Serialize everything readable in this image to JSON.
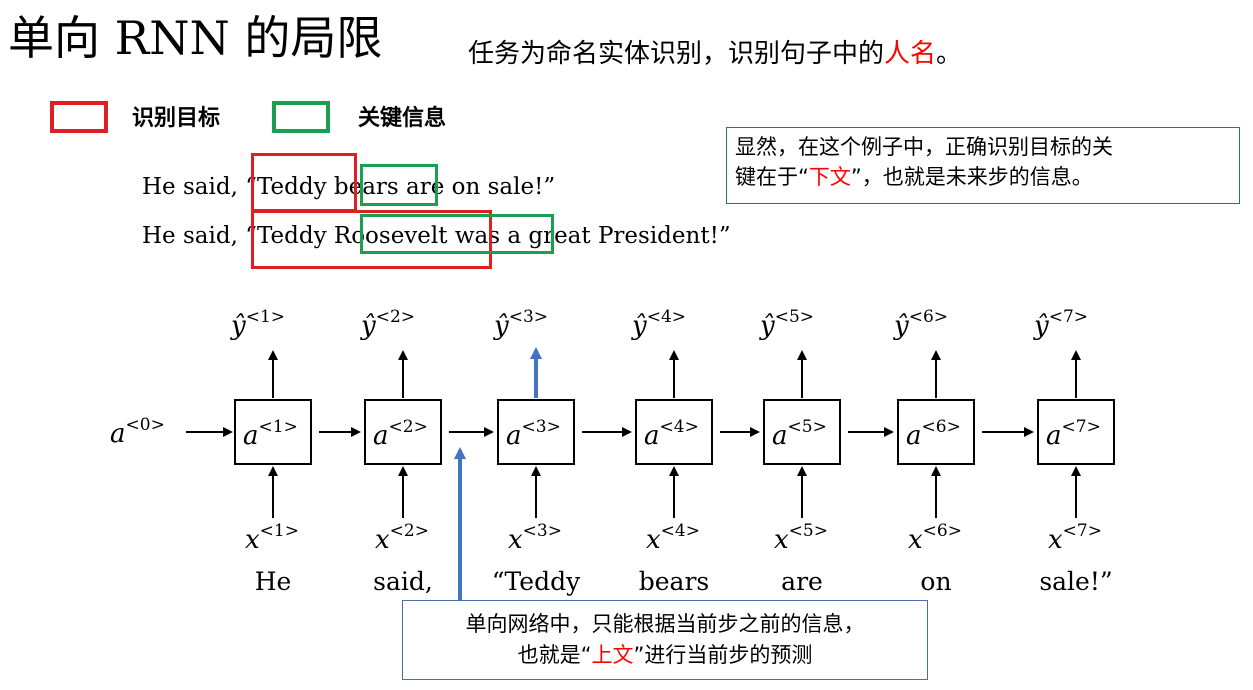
{
  "title": "单向 RNN 的局限",
  "subtitle": {
    "prefix": "任务为命名实体识别，识别句子中的",
    "highlight": "人名",
    "suffix": "。"
  },
  "legend": [
    {
      "label": "识别目标",
      "color": "#e02020"
    },
    {
      "label": "关键信息",
      "color": "#1aa050"
    }
  ],
  "note_right": {
    "line1": "显然，在这个例子中，正确识别目标的关",
    "line2_prefix": "键在于“",
    "line2_highlight": "下文",
    "line2_suffix": "”，也就是未来步的信息。"
  },
  "sentences": [
    "He said, “Teddy bears are on sale!”",
    "He said, “Teddy Roosevelt was a great President!”"
  ],
  "rnn": {
    "a0": "a",
    "a0_sup": "<0>",
    "cells": [
      {
        "a": "a",
        "sup": "<1>",
        "y": "ŷ",
        "ysup": "<1>",
        "x": "x",
        "xsup": "<1>",
        "word": "He"
      },
      {
        "a": "a",
        "sup": "<2>",
        "y": "ŷ",
        "ysup": "<2>",
        "x": "x",
        "xsup": "<2>",
        "word": "said,"
      },
      {
        "a": "a",
        "sup": "<3>",
        "y": "ŷ",
        "ysup": "<3>",
        "x": "x",
        "xsup": "<3>",
        "word": "“Teddy"
      },
      {
        "a": "a",
        "sup": "<4>",
        "y": "ŷ",
        "ysup": "<4>",
        "x": "x",
        "xsup": "<4>",
        "word": "bears"
      },
      {
        "a": "a",
        "sup": "<5>",
        "y": "ŷ",
        "ysup": "<5>",
        "x": "x",
        "xsup": "<5>",
        "word": "are"
      },
      {
        "a": "a",
        "sup": "<6>",
        "y": "ŷ",
        "ysup": "<6>",
        "x": "x",
        "xsup": "<6>",
        "word": "on"
      },
      {
        "a": "a",
        "sup": "<7>",
        "y": "ŷ",
        "ysup": "<7>",
        "x": "x",
        "xsup": "<7>",
        "word": "sale!”"
      }
    ]
  },
  "note_bottom": {
    "line1": "单向网络中，只能根据当前步之前的信息，",
    "line2_prefix": "也就是“",
    "line2_highlight": "上文",
    "line2_suffix": "”进行当前步的预测"
  },
  "colors": {
    "red": "#ff0000",
    "blue_arrow": "#4472c4"
  }
}
